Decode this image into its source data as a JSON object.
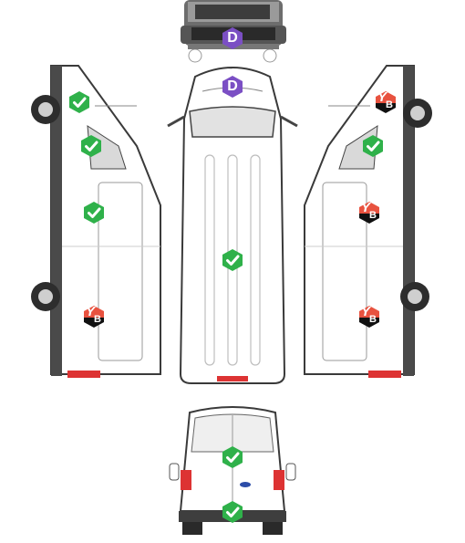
{
  "legend": {
    "check": {
      "color": "#2fb14a",
      "icon": "check-icon"
    },
    "damage_d": {
      "color": "#7b4fc4",
      "text": "D",
      "icon": "damage-letter-icon"
    },
    "damage_yb": {
      "top_color": "#e8523f",
      "bottom_color": "#111111",
      "text_top": "Y",
      "text_bottom": "B",
      "icon": "yb-damage-icon"
    }
  },
  "views": [
    "front",
    "roof",
    "left-side",
    "right-side",
    "rear"
  ],
  "markers": [
    {
      "view": "front",
      "type": "damage_d"
    },
    {
      "view": "roof",
      "type": "damage_d"
    },
    {
      "view": "left-side",
      "type": "check"
    },
    {
      "view": "left-side",
      "type": "check"
    },
    {
      "view": "left-side",
      "type": "check"
    },
    {
      "view": "left-side",
      "type": "damage_yb"
    },
    {
      "view": "roof",
      "type": "check"
    },
    {
      "view": "right-side",
      "type": "damage_yb"
    },
    {
      "view": "right-side",
      "type": "check"
    },
    {
      "view": "right-side",
      "type": "damage_yb"
    },
    {
      "view": "right-side",
      "type": "damage_yb"
    },
    {
      "view": "rear",
      "type": "check"
    },
    {
      "view": "rear",
      "type": "check"
    }
  ]
}
